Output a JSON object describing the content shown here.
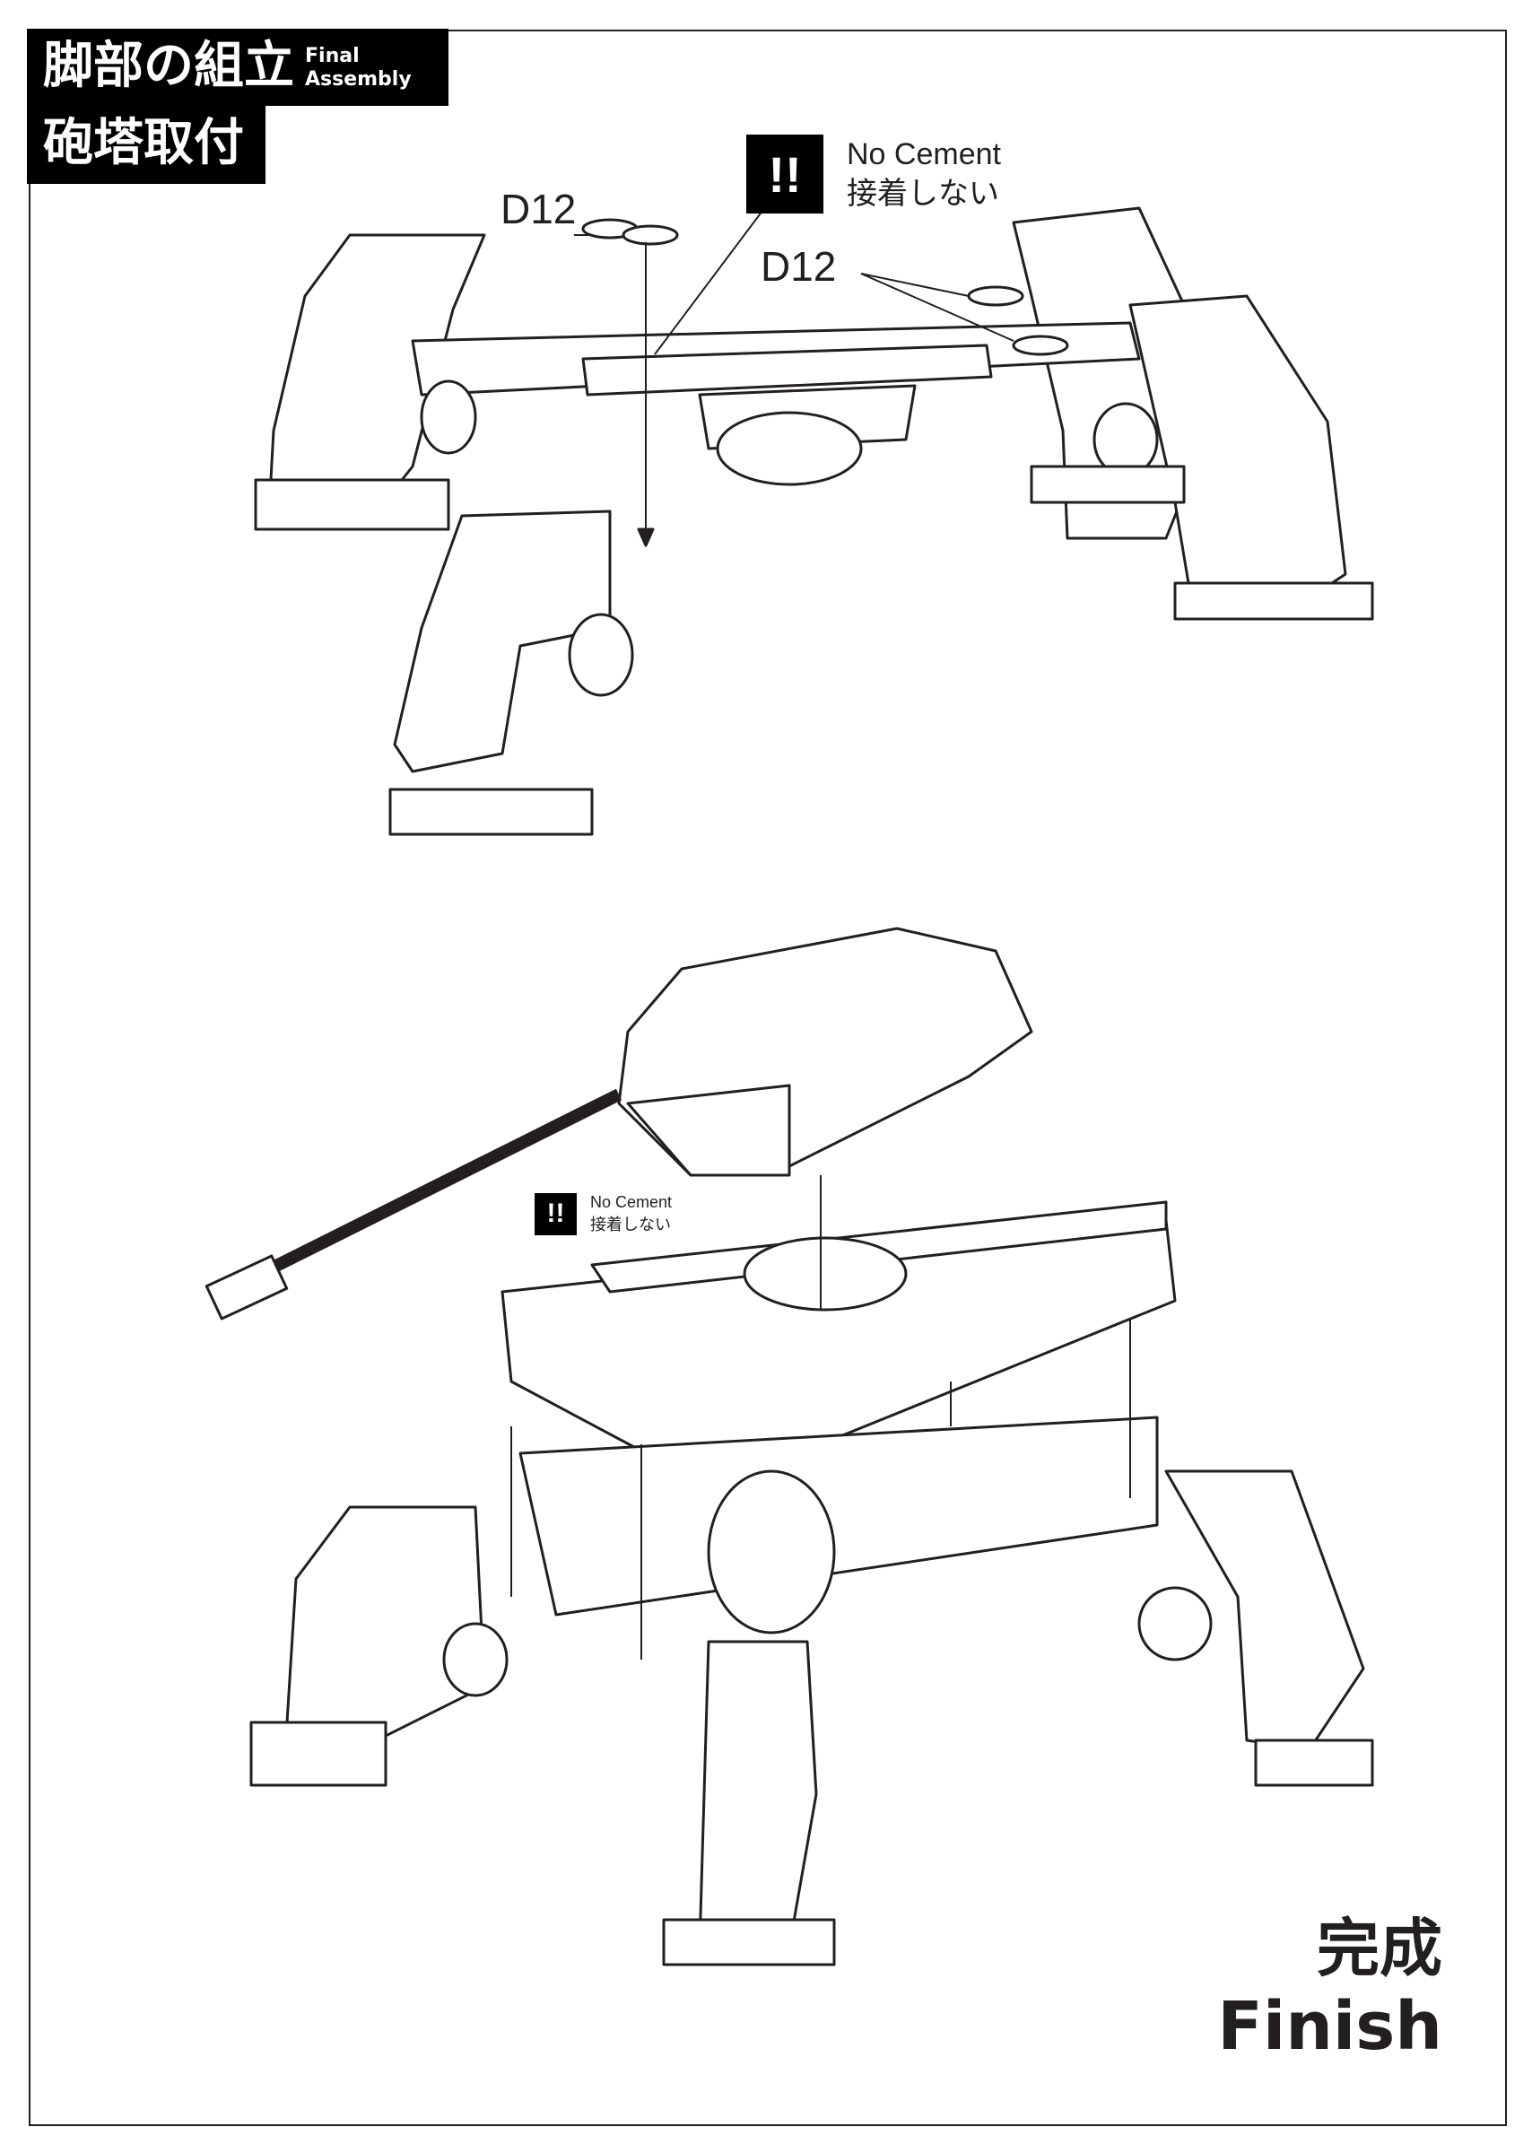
{
  "header": {
    "title_line1_ja": "脚部の組立",
    "title_line2_ja": "砲塔取付",
    "title_en_line1": "Final",
    "title_en_line2": "Assembly"
  },
  "step1": {
    "part_label_left": "D12",
    "part_label_right": "D12",
    "warning": {
      "icon": "!!",
      "en": "No Cement",
      "ja": "接着しない"
    }
  },
  "step2": {
    "warning": {
      "icon": "!!",
      "en": "No Cement",
      "ja": "接着しない"
    }
  },
  "finish": {
    "ja": "完成",
    "en": "Finish"
  }
}
